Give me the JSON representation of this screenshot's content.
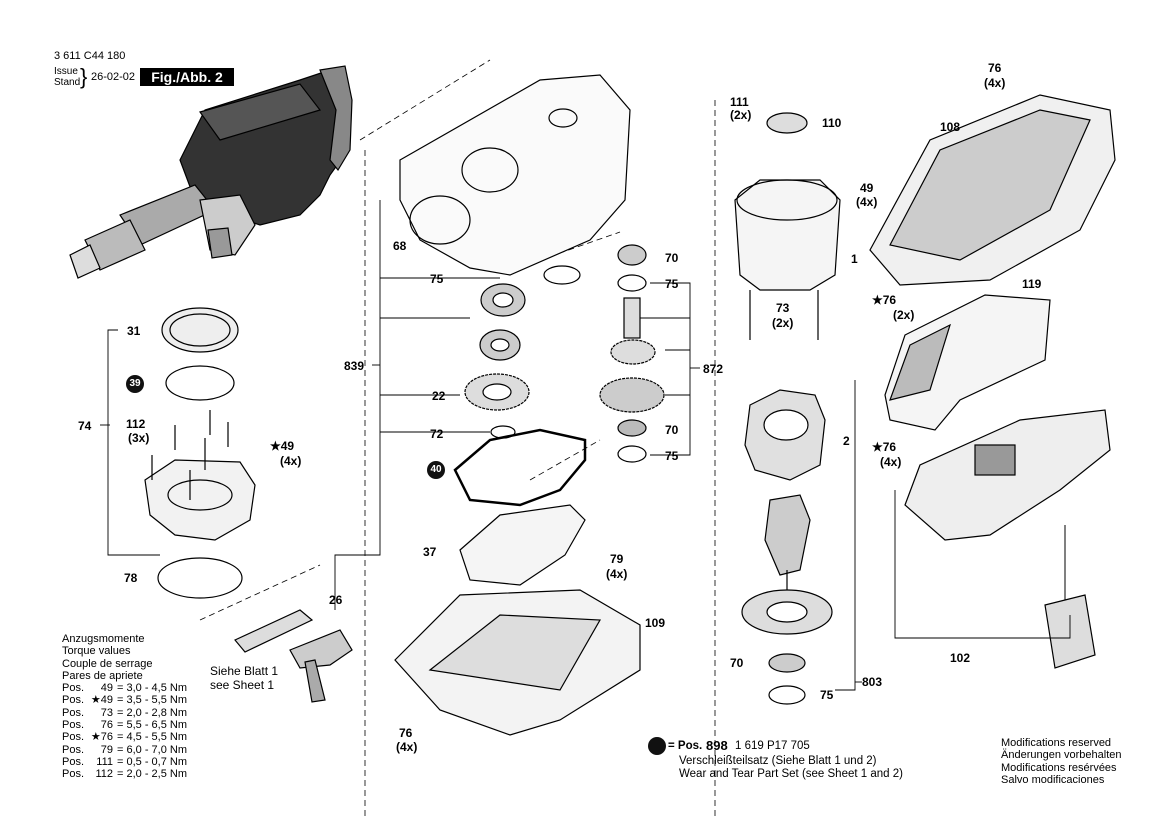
{
  "header": {
    "doc_number": "3 611 C44 180",
    "issue_label": "Issue",
    "stand_label": "Stand",
    "date": "26-02-02",
    "fig_label": "Fig./Abb. 2"
  },
  "callouts": {
    "p31": "31",
    "p39": "39",
    "p74": "74",
    "p112": "112",
    "p112q": "(3x)",
    "p49a": "★49",
    "p49aq": "(4x)",
    "p78": "78",
    "p26": "26",
    "siehe": "Siehe Blatt 1",
    "see": "see Sheet 1",
    "p68": "68",
    "p75a": "75",
    "p839": "839",
    "p22": "22",
    "p72": "72",
    "p40": "40",
    "p37": "37",
    "p79": "79",
    "p79q": "(4x)",
    "p109": "109",
    "p76c": "76",
    "p76cq": "(4x)",
    "p70a": "70",
    "p75b": "75",
    "p872": "872",
    "p70b": "70",
    "p75c": "75",
    "p111": "111",
    "p111q": "(2x)",
    "p110": "110",
    "p49b": "49",
    "p49bq": "(4x)",
    "p1": "1",
    "p73": "73",
    "p73q": "(2x)",
    "p2": "2",
    "p70c": "70",
    "p75d": "75",
    "p803": "803",
    "p76a": "76",
    "p76aq": "(4x)",
    "p108": "108",
    "p76b": "★76",
    "p76bq": "(2x)",
    "p119": "119",
    "p76d": "★76",
    "p76dq": "(4x)",
    "p102": "102"
  },
  "torque": {
    "title_de": "Anzugsmomente",
    "title_en": "Torque values",
    "title_fr": "Couple de serrage",
    "title_es": "Pares de apriete",
    "rows": [
      {
        "pos": "Pos.",
        "num": "49",
        "val": "= 3,0 - 4,5 Nm"
      },
      {
        "pos": "Pos.",
        "num": "★49",
        "val": "= 3,5 - 5,5 Nm"
      },
      {
        "pos": "Pos.",
        "num": "73",
        "val": "= 2,0 - 2,8 Nm"
      },
      {
        "pos": "Pos.",
        "num": "76",
        "val": "= 5,5 - 6,5 Nm"
      },
      {
        "pos": "Pos.",
        "num": "★76",
        "val": "= 4,5 - 5,5 Nm"
      },
      {
        "pos": "Pos.",
        "num": "79",
        "val": "= 6,0 - 7,0 Nm"
      },
      {
        "pos": "Pos.",
        "num": "111",
        "val": "= 0,5 - 0,7 Nm"
      },
      {
        "pos": "Pos.",
        "num": "112",
        "val": "= 2,0 - 2,5 Nm"
      }
    ]
  },
  "wear": {
    "pos_label": "= Pos.",
    "pos_num": "898",
    "part_number": "1 619 P17 705",
    "line_de": "Verschleißteilsatz (Siehe Blatt 1 und 2)",
    "line_en": "Wear and Tear Part Set (see Sheet 1 and 2)"
  },
  "modifications": {
    "en": "Modifications reserved",
    "de": "Änderungen vorbehalten",
    "fr": "Modifications resérvées",
    "es": "Salvo modificaciones"
  }
}
